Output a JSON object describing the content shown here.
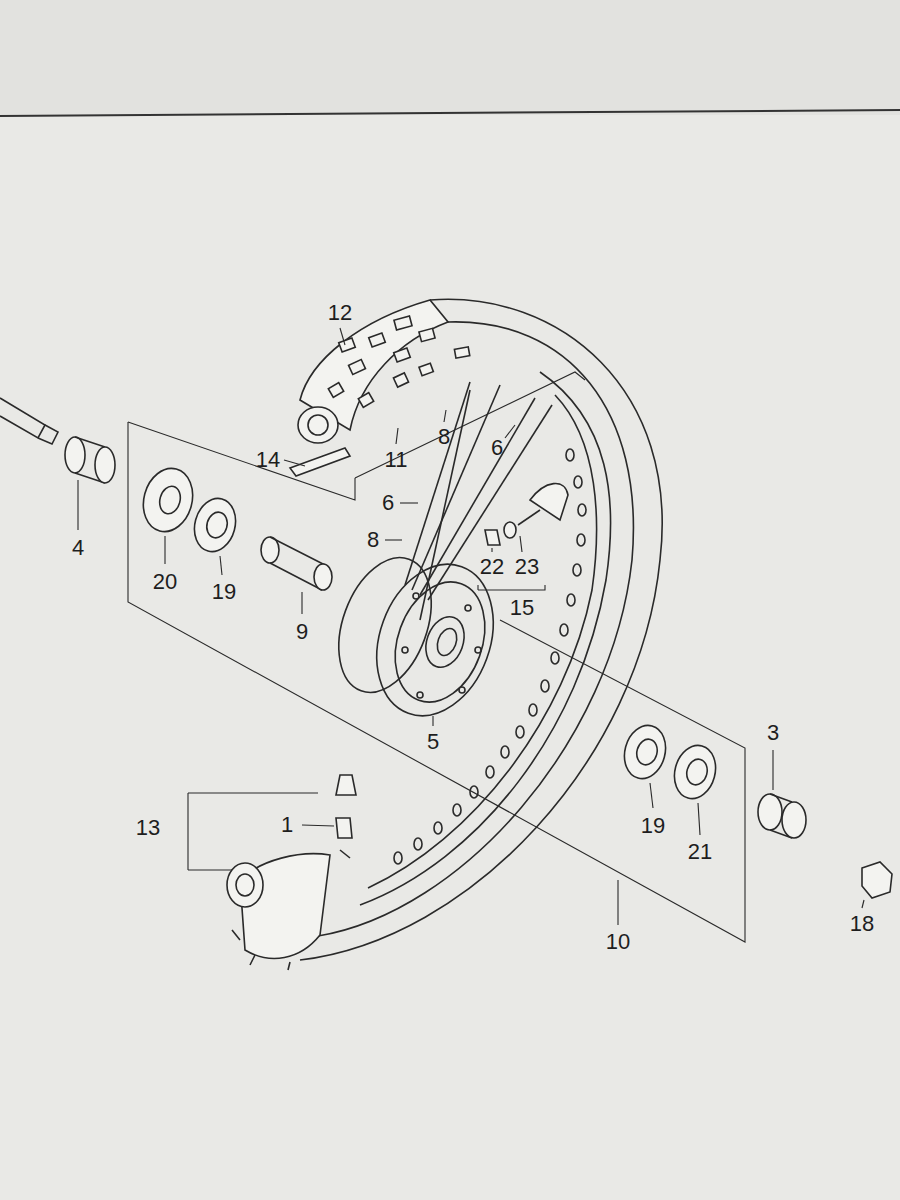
{
  "diagram": {
    "labels": [
      "12",
      "14",
      "11",
      "8",
      "6",
      "6",
      "8",
      "4",
      "20",
      "19",
      "22",
      "23",
      "9",
      "15",
      "5",
      "3",
      "13",
      "1",
      "19",
      "21",
      "18",
      "10"
    ]
  }
}
